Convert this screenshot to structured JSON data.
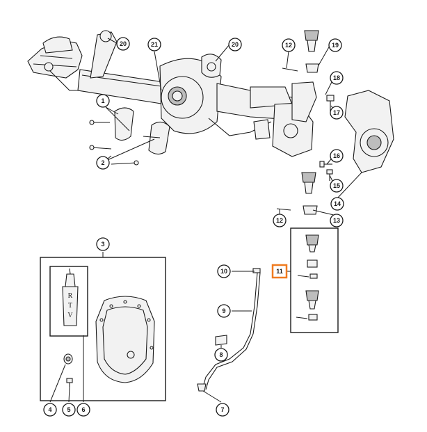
{
  "callouts": {
    "c1": "1",
    "c2": "2",
    "c3": "3",
    "c4": "4",
    "c5": "5",
    "c6": "6",
    "c7": "7",
    "c8": "8",
    "c9": "9",
    "c10": "10",
    "c11": "11",
    "c12a": "12",
    "c12b": "12",
    "c13": "13",
    "c14": "14",
    "c15": "15",
    "c16": "16",
    "c17": "17",
    "c18": "18",
    "c19": "19",
    "c20a": "20",
    "c20b": "20",
    "c21": "21"
  },
  "tube_label": [
    "R",
    "T",
    "V"
  ],
  "highlight": {
    "callout": "11",
    "color": "#f07b20"
  }
}
